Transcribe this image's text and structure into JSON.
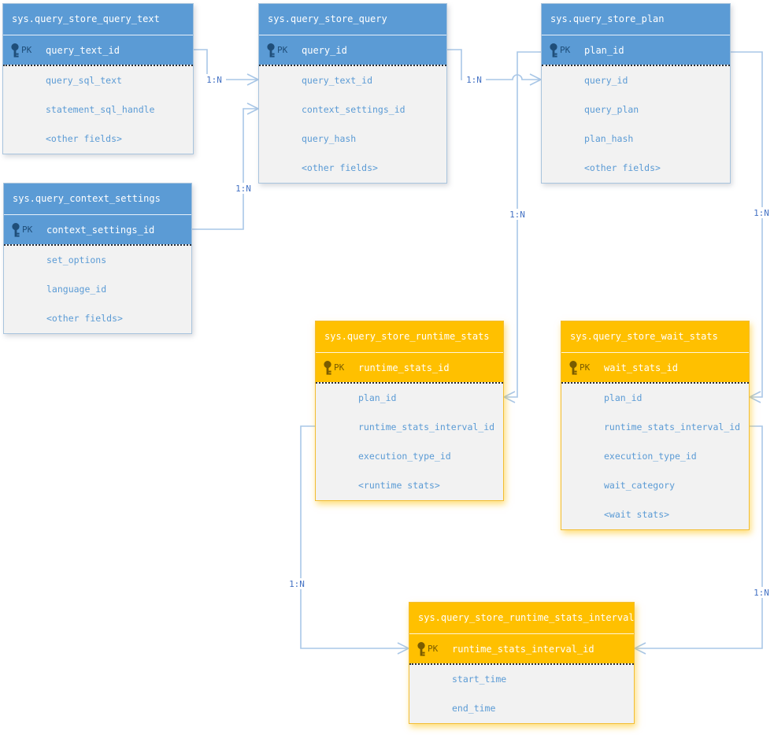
{
  "colors": {
    "blue_header": "#5B9BD5",
    "orange_header": "#FFC000",
    "body_background": "#F2F2F2",
    "field_text": "#5B9BD5",
    "connector_line": "#A9C7E7",
    "cardinality_text": "#4472C4",
    "pk_text_on_blue": "#1F4E79",
    "pk_text_on_orange": "#7A5C00"
  },
  "tables": [
    {
      "title": "sys.query_store_query_text",
      "theme": "blue",
      "pk": {
        "label": "PK",
        "field": "query_text_id"
      },
      "fields": [
        "query_sql_text",
        "statement_sql_handle",
        "<other fields>"
      ]
    },
    {
      "title": "sys.query_store_query",
      "theme": "blue",
      "pk": {
        "label": "PK",
        "field": "query_id"
      },
      "fields": [
        "query_text_id",
        "context_settings_id",
        "query_hash",
        "<other fields>"
      ]
    },
    {
      "title": "sys.query_store_plan",
      "theme": "blue",
      "pk": {
        "label": "PK",
        "field": "plan_id"
      },
      "fields": [
        "query_id",
        "query_plan",
        "plan_hash",
        "<other fields>"
      ]
    },
    {
      "title": "sys.query_context_settings",
      "theme": "blue",
      "pk": {
        "label": "PK",
        "field": "context_settings_id"
      },
      "fields": [
        "set_options",
        "language_id",
        "<other fields>"
      ]
    },
    {
      "title": "sys.query_store_runtime_stats",
      "theme": "orange",
      "pk": {
        "label": "PK",
        "field": "runtime_stats_id"
      },
      "fields": [
        "plan_id",
        "runtime_stats_interval_id",
        "execution_type_id",
        "<runtime stats>"
      ]
    },
    {
      "title": "sys.query_store_wait_stats",
      "theme": "orange",
      "pk": {
        "label": "PK",
        "field": "wait_stats_id"
      },
      "fields": [
        "plan_id",
        "runtime_stats_interval_id",
        "execution_type_id",
        "wait_category",
        "<wait stats>"
      ]
    },
    {
      "title": "sys.query_store_runtime_stats_interval",
      "theme": "orange",
      "pk": {
        "label": "PK",
        "field": "runtime_stats_interval_id"
      },
      "fields": [
        "start_time",
        "end_time"
      ]
    }
  ],
  "relationships": [
    {
      "label": "1:N",
      "table_a": "sys.query_store_query_text",
      "field_a": "query_text_id",
      "table_b": "sys.query_store_query",
      "field_b": "query_text_id"
    },
    {
      "label": "1:N",
      "table_a": "sys.query_context_settings",
      "field_a": "context_settings_id",
      "table_b": "sys.query_store_query",
      "field_b": "context_settings_id"
    },
    {
      "label": "1:N",
      "table_a": "sys.query_store_query",
      "field_a": "query_id",
      "table_b": "sys.query_store_plan",
      "field_b": "query_id"
    },
    {
      "label": "1:N",
      "table_a": "sys.query_store_plan",
      "field_a": "plan_id",
      "table_b": "sys.query_store_runtime_stats",
      "field_b": "plan_id"
    },
    {
      "label": "1:N",
      "table_a": "sys.query_store_plan",
      "field_a": "plan_id",
      "table_b": "sys.query_store_wait_stats",
      "field_b": "plan_id"
    },
    {
      "label": "1:N",
      "table_a": "sys.query_store_runtime_stats_interval",
      "field_a": "runtime_stats_interval_id",
      "table_b": "sys.query_store_runtime_stats",
      "field_b": "runtime_stats_interval_id"
    },
    {
      "label": "1:N",
      "table_a": "sys.query_store_runtime_stats_interval",
      "field_a": "runtime_stats_interval_id",
      "table_b": "sys.query_store_wait_stats",
      "field_b": "runtime_stats_interval_id"
    }
  ]
}
